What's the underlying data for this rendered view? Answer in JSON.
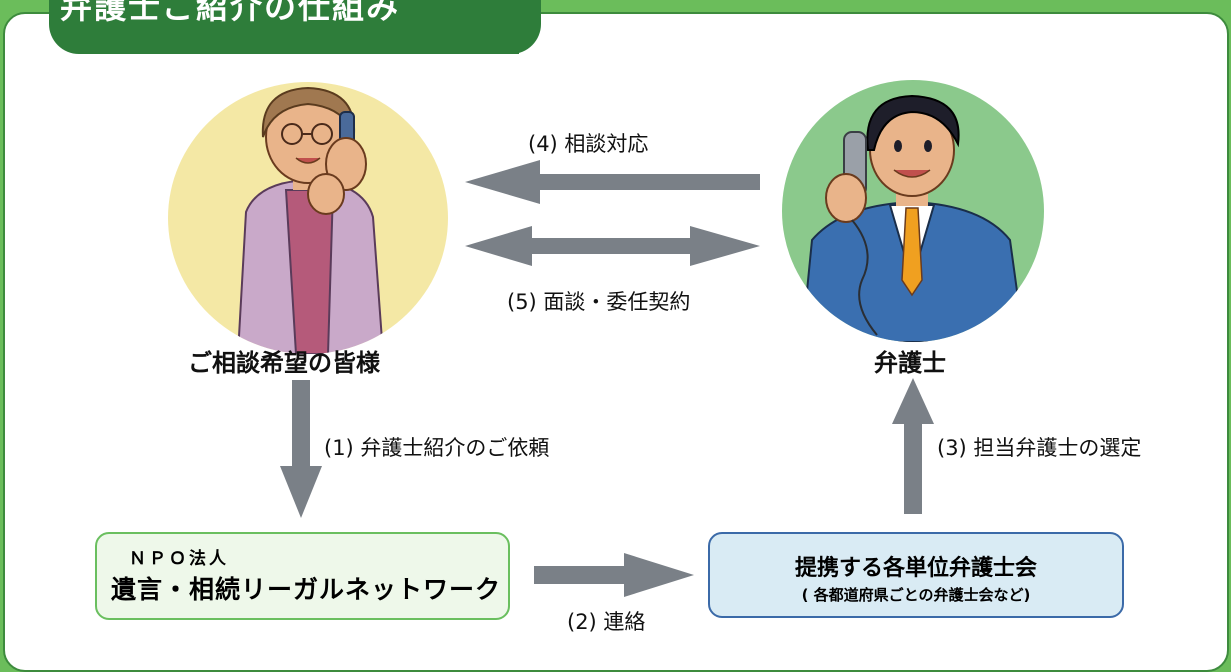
{
  "header": {
    "title": "弁護士ご紹介の仕組み"
  },
  "nodes": {
    "client": {
      "label": "ご相談希望の皆様"
    },
    "lawyer": {
      "label": "弁護士"
    },
    "npo": {
      "line1": "ＮＰＯ法人",
      "line2": "遺言・相続リーガルネットワーク"
    },
    "bar_association": {
      "line1": "提携する各単位弁護士会",
      "line2": "( 各都道府県ごとの弁護士会など)"
    }
  },
  "edges": {
    "step1": "(1) 弁護士紹介のご依頼",
    "step2": "(2) 連絡",
    "step3": "(3) 担当弁護士の選定",
    "step4": "(4) 相談対応",
    "step5": "(5) 面談・委任契約"
  },
  "colors": {
    "background_green": "#6bbd5b",
    "header_green": "#2e7d3a",
    "arrow_gray": "#7a8087",
    "client_circle": "#f4e8a5",
    "lawyer_circle": "#8bc98c"
  }
}
